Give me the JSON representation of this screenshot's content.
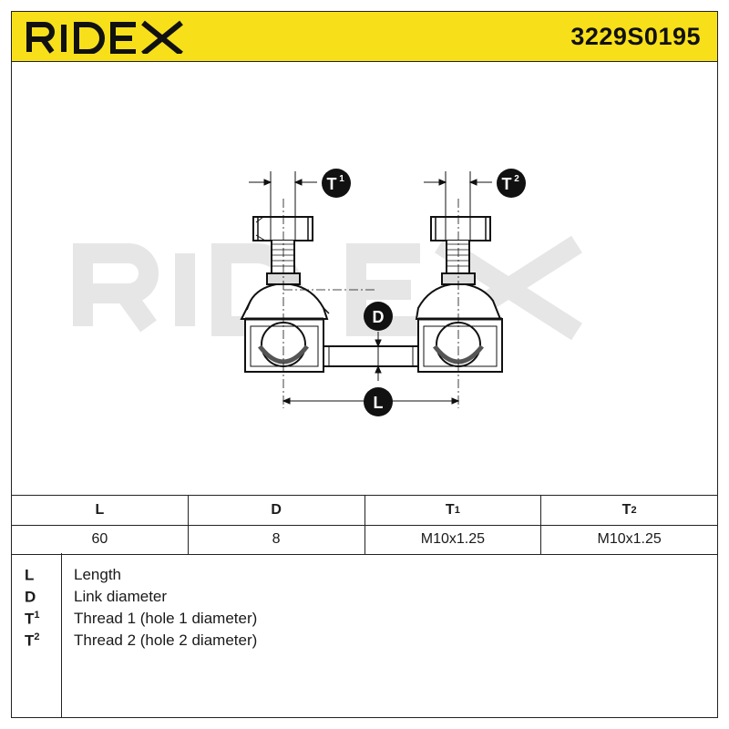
{
  "brand": {
    "name": "RIDEX",
    "accent": "#f7e01a"
  },
  "header": {
    "part_number": "3229S0195"
  },
  "diagram": {
    "watermark": "RIDEX",
    "callouts": {
      "t1": "T",
      "t1_sup": "1",
      "t2": "T",
      "t2_sup": "2",
      "d": "D",
      "l": "L"
    }
  },
  "table": {
    "headers": [
      {
        "key": "L",
        "sup": ""
      },
      {
        "key": "D",
        "sup": ""
      },
      {
        "key": "T",
        "sup": "1"
      },
      {
        "key": "T",
        "sup": "2"
      }
    ],
    "values": [
      "60",
      "8",
      "M10x1.25",
      "M10x1.25"
    ]
  },
  "legend": [
    {
      "key": "L",
      "sup": "",
      "text": "Length"
    },
    {
      "key": "D",
      "sup": "",
      "text": "Link diameter"
    },
    {
      "key": "T",
      "sup": "1",
      "text": "Thread 1 (hole 1 diameter)"
    },
    {
      "key": "T",
      "sup": "2",
      "text": "Thread 2 (hole 2 diameter)"
    }
  ]
}
